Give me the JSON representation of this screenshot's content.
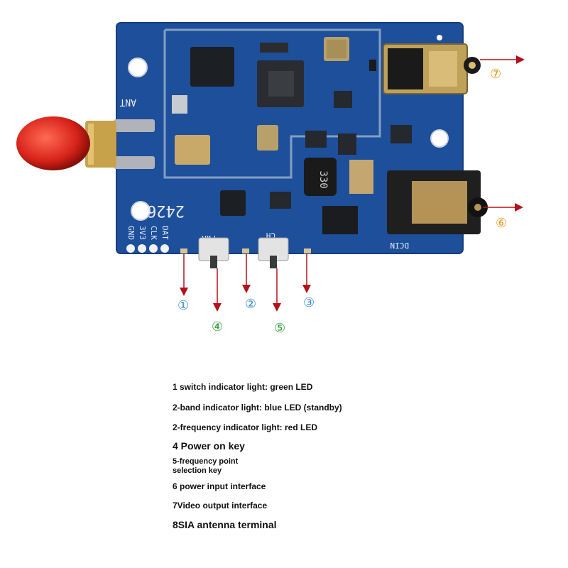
{
  "board": {
    "silk_ant": "ANT",
    "silk_pins": [
      "DAT",
      "CLK",
      "3V3",
      "GND"
    ],
    "silk_model": "2426",
    "silk_pwr": "PWR",
    "silk_ch": "CH",
    "silk_dcin": "DCIN",
    "inductor_code": "330",
    "colors": {
      "pcb": "#1d4f9a",
      "antenna_cap": "#d8231a",
      "gold": "#c8a24a",
      "arrow": "#b3121a"
    }
  },
  "callouts": [
    {
      "label": "①",
      "color": "#3b8fd0"
    },
    {
      "label": "②",
      "color": "#3b8fd0"
    },
    {
      "label": "③",
      "color": "#3b8fd0"
    },
    {
      "label": "④",
      "color": "#2e9a3a"
    },
    {
      "label": "⑤",
      "color": "#2e9a3a"
    },
    {
      "label": "⑥",
      "color": "#e09a1a"
    },
    {
      "label": "⑦",
      "color": "#e09a1a"
    }
  ],
  "legend": [
    "1 switch indicator light: green LED",
    "2-band indicator light: blue LED (standby)",
    "2-frequency indicator light: red LED",
    "4 Power on key",
    "5-frequency point selection key",
    "6 power input interface",
    "7Video output interface",
    "8SIA antenna terminal"
  ]
}
